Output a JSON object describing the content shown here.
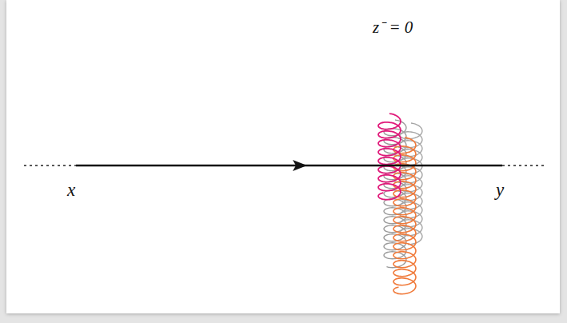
{
  "diagram": {
    "labels": [
      "z⁻ = 0",
      "x",
      "y"
    ]
  }
}
